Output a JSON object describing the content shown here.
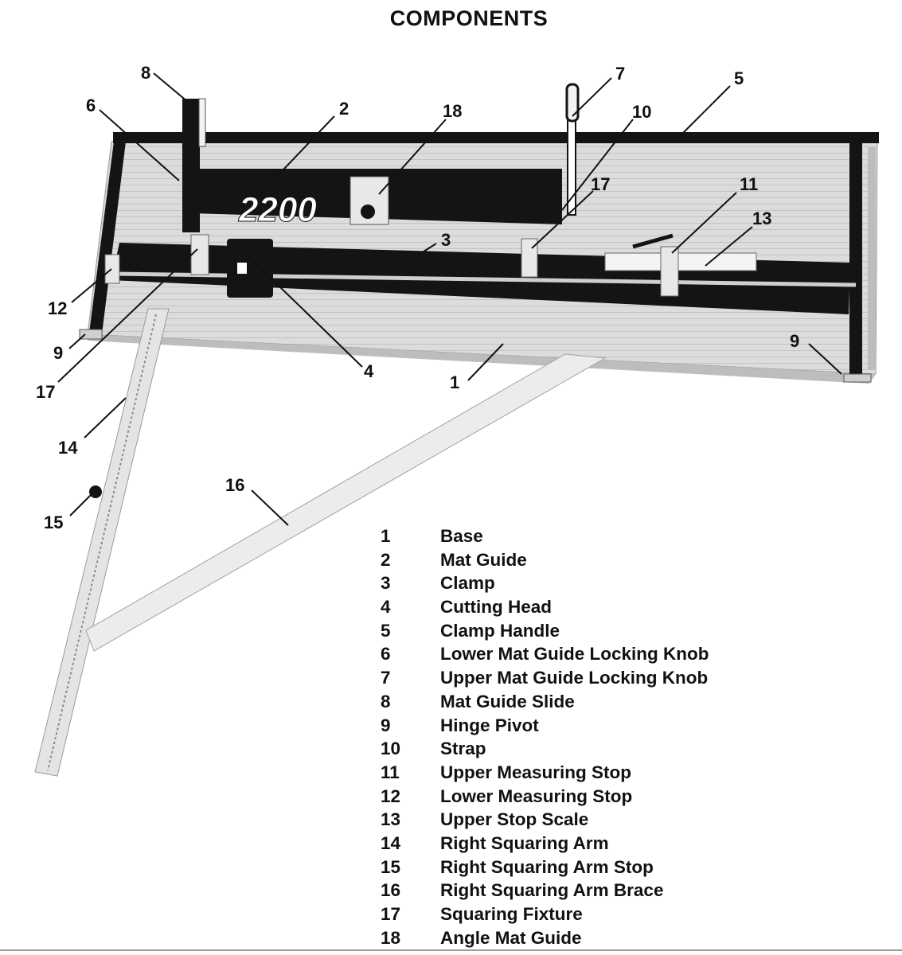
{
  "title": "COMPONENTS",
  "callouts": [
    "1",
    "2",
    "3",
    "4",
    "5",
    "6",
    "7",
    "8",
    "9",
    "9",
    "10",
    "11",
    "12",
    "13",
    "14",
    "15",
    "16",
    "17",
    "17",
    "18"
  ],
  "parts": [
    {
      "num": "1",
      "name": "Base"
    },
    {
      "num": "2",
      "name": "Mat Guide"
    },
    {
      "num": "3",
      "name": "Clamp"
    },
    {
      "num": "4",
      "name": "Cutting Head"
    },
    {
      "num": "5",
      "name": "Clamp Handle"
    },
    {
      "num": "6",
      "name": "Lower Mat Guide Locking Knob"
    },
    {
      "num": "7",
      "name": "Upper Mat Guide Locking Knob"
    },
    {
      "num": "8",
      "name": "Mat Guide Slide"
    },
    {
      "num": "9",
      "name": "Hinge Pivot"
    },
    {
      "num": "10",
      "name": "Strap"
    },
    {
      "num": "11",
      "name": "Upper Measuring Stop"
    },
    {
      "num": "12",
      "name": "Lower Measuring Stop"
    },
    {
      "num": "13",
      "name": "Upper Stop Scale"
    },
    {
      "num": "14",
      "name": "Right Squaring Arm"
    },
    {
      "num": "15",
      "name": "Right Squaring Arm Stop"
    },
    {
      "num": "16",
      "name": "Right Squaring Arm Brace"
    },
    {
      "num": "17",
      "name": "Squaring Fixture"
    },
    {
      "num": "18",
      "name": "Angle Mat Guide"
    }
  ],
  "logo_text": "2200",
  "colors": {
    "frame": "#141414",
    "base": "#d6d6d6",
    "arm": "#e4e4e4",
    "rule": "#9a9a9a"
  }
}
